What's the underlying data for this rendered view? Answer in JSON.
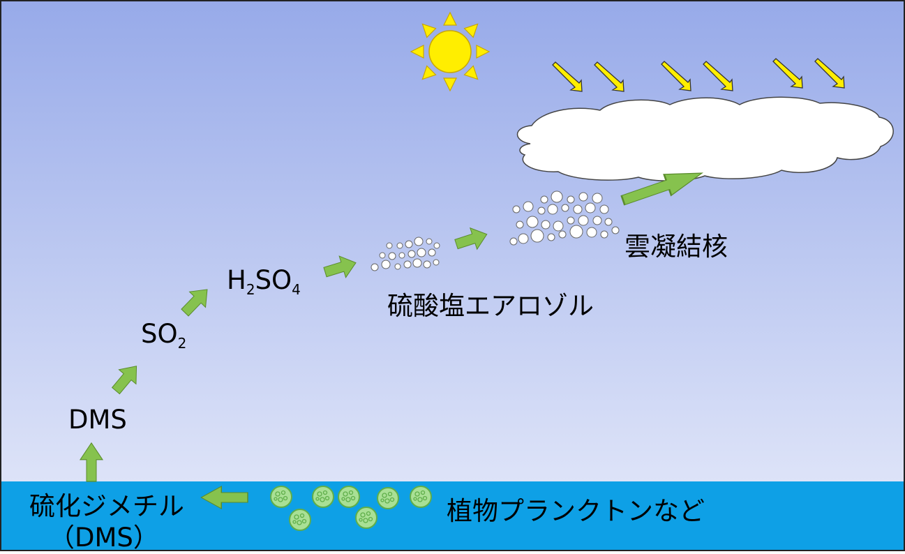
{
  "ocean_label": "植物プランクトンなど",
  "dms_full": {
    "line1": "硫化ジメチル",
    "line2": "（DMS）"
  },
  "dms": "DMS",
  "so2": {
    "main": "SO",
    "sub": "2"
  },
  "h2so4": {
    "a": "H",
    "sub1": "2",
    "b": "SO",
    "sub2": "4"
  },
  "sulfate_aerosol": "硫酸塩エアロゾル",
  "ccn": "雲凝結核",
  "colors": {
    "sky_top": "#97aae9",
    "sky_bottom": "#dde3f8",
    "sea": "#0ea0e6",
    "arrow_green": "#86c24e",
    "arrow_yellow": "#ffee00",
    "sun": "#ffee00",
    "plankton": "#a9e095"
  },
  "icons": [
    "sun-icon",
    "cloud-icon",
    "plankton-icon",
    "aerosol-particles-icon",
    "reflected-sunlight-arrow-icon",
    "flow-arrow-icon"
  ]
}
